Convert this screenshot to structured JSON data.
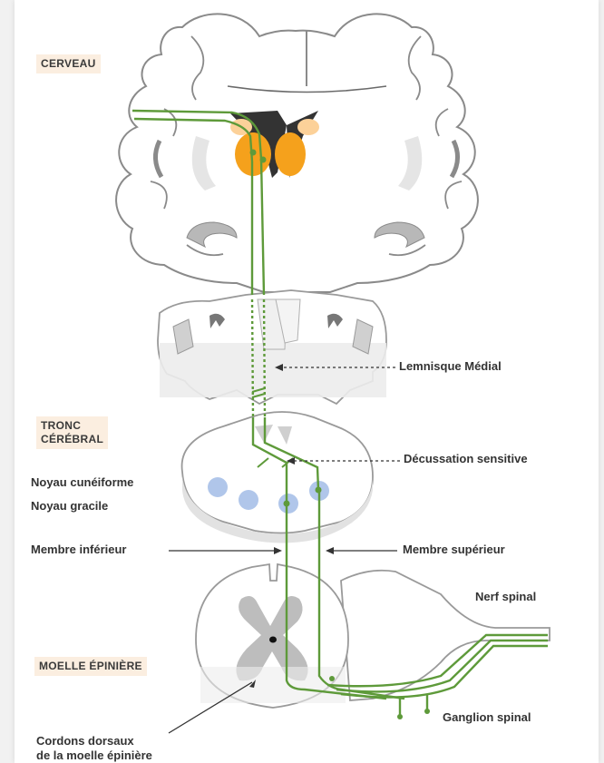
{
  "sections": {
    "cerveau": "CERVEAU",
    "tronc": [
      "TRONC",
      "CÉRÉBRAL"
    ],
    "moelle": "MOELLE ÉPINIÈRE"
  },
  "labels": {
    "lemnisque": "Lemnisque Médial",
    "decussation": "Décussation sensitive",
    "cuneiforme": "Noyau cunéiforme",
    "gracile": "Noyau gracile",
    "membre_inferieur": "Membre inférieur",
    "membre_superieur": "Membre supérieur",
    "nerf_spinal": "Nerf spinal",
    "ganglion_spinal": "Ganglion spinal",
    "cordons": [
      "Cordons dorsaux",
      "de la moelle épinière"
    ]
  },
  "colors": {
    "pathway": "#5e9a3a",
    "thalamus": "#f5a11c",
    "thalamus_light": "#fcd199",
    "nucleus": "#6f97d8",
    "gray_matter": "#cccccc",
    "label_bg": "#fbeee0"
  }
}
